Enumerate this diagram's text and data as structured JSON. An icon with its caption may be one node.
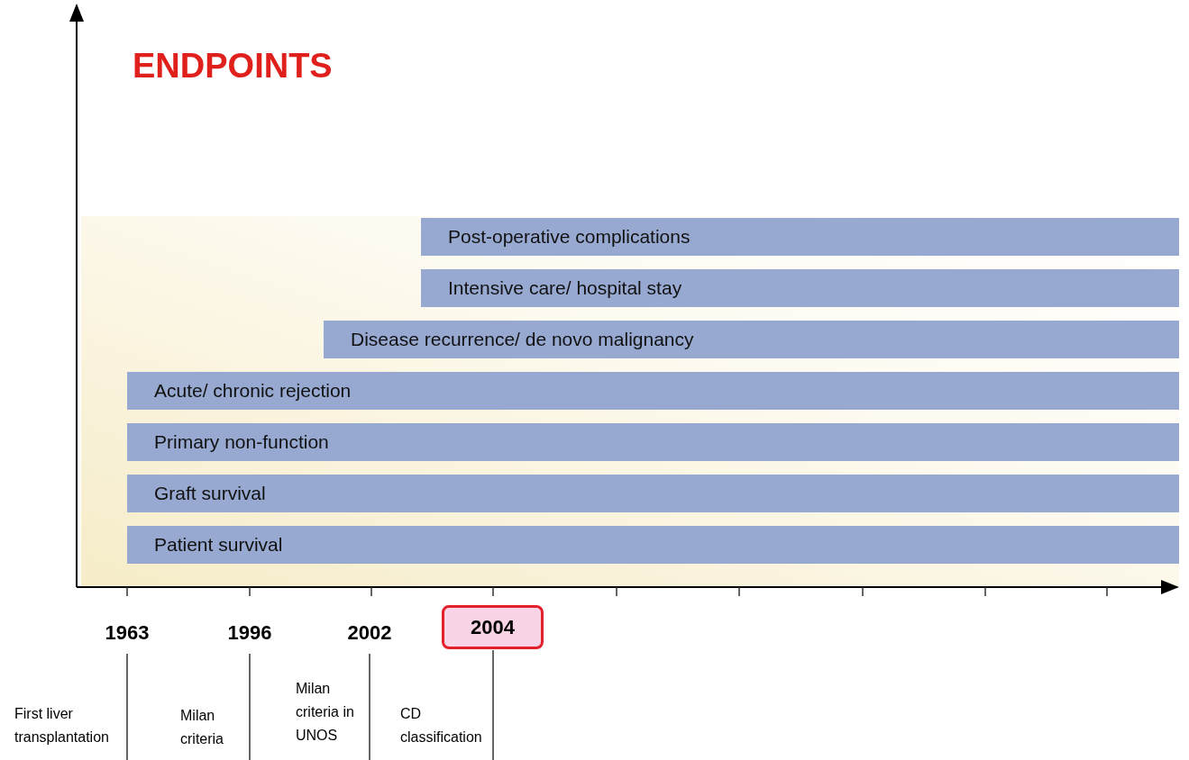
{
  "diagram": {
    "title": "ENDPOINTS",
    "nodes": [
      {
        "text": [
          "Post-operative complications"
        ]
      },
      {
        "text": [
          "Intensive care/ hospital stay"
        ]
      },
      {
        "text": [
          "Disease recurrence/ de novo malignancy"
        ]
      },
      {
        "text": [
          "Acute/ chronic rejection"
        ]
      },
      {
        "text": [
          "Primary non-function"
        ]
      },
      {
        "text": [
          "Graft survival"
        ]
      },
      {
        "text": [
          "Patient survival"
        ]
      },
      {
        "text": [
          "2004"
        ]
      }
    ],
    "edges": [],
    "labels": [
      "1963",
      "1996",
      "2002",
      "First liver transplantation",
      "Milan criteria",
      "Milan criteria in UNOS",
      "CD classification"
    ]
  }
}
